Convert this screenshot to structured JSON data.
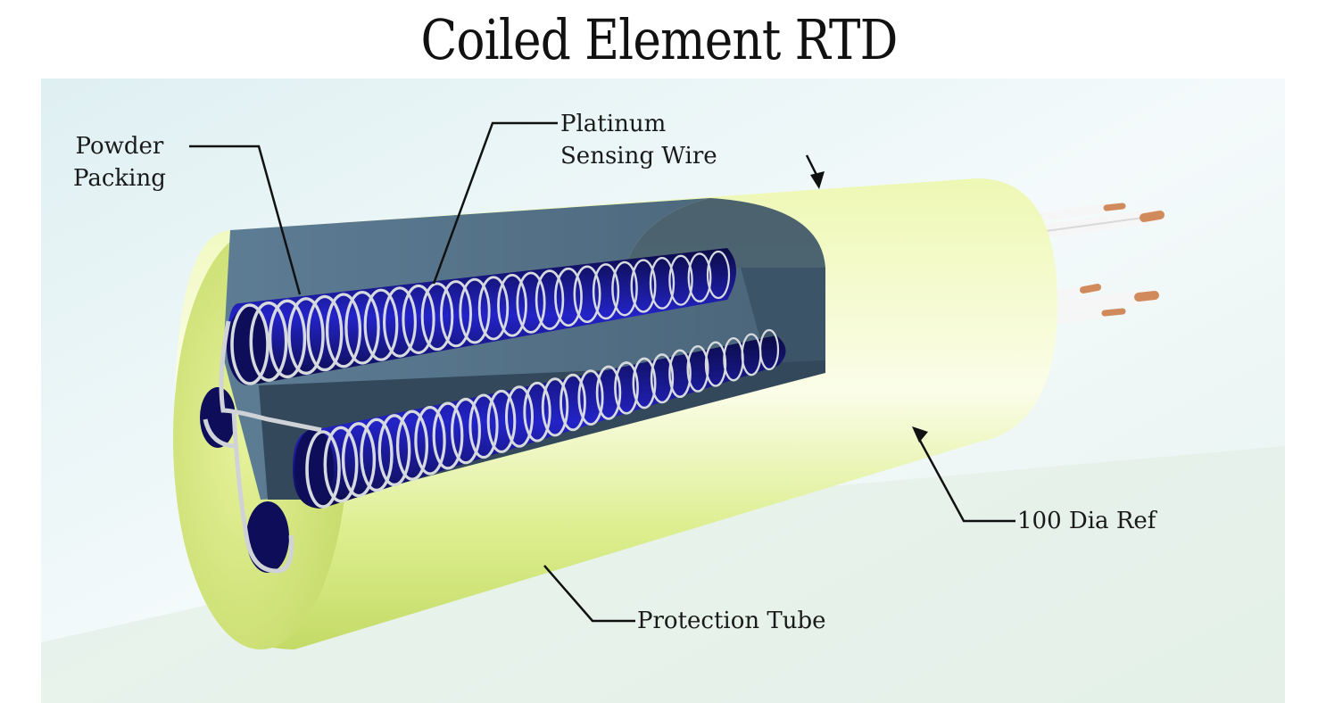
{
  "title": "Coiled Element RTD",
  "labels": {
    "powder_packing": [
      "Powder",
      "Packing"
    ],
    "platinum_sensing_wire": [
      "Platinum",
      "Sensing Wire"
    ],
    "dia_ref": "100 Dia Ref",
    "protection_tube": "Protection Tube"
  },
  "colors": {
    "tube": "#e4f39a",
    "tube_shade": "#c2d86a",
    "cutaway": "#5d7890",
    "cutaway_dark": "#2a3a4a",
    "channel": "#12126e",
    "channel_glow": "#2a2ad8",
    "coil_wire": "#d8dce2",
    "lead_insulation": "#f4f4f4",
    "lead_copper": "#d08a5c",
    "background": "#eaf4f6"
  }
}
